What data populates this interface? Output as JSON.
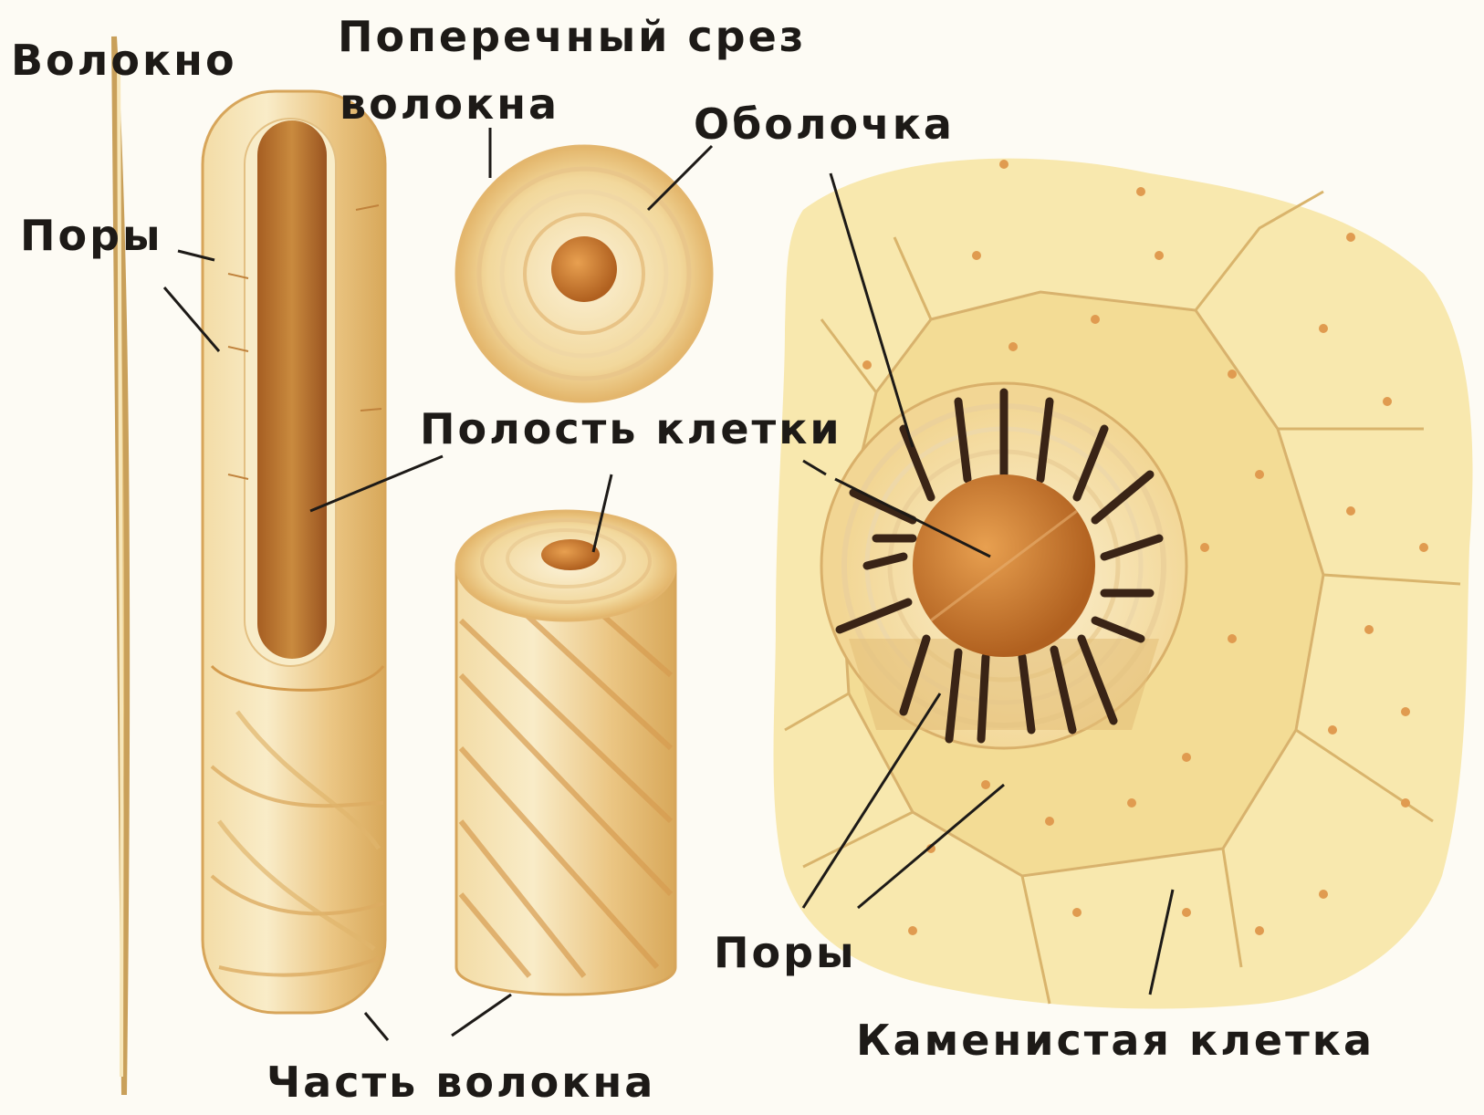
{
  "labels": {
    "fiber": "Волокно",
    "cross_section_line1": "Поперечный срез",
    "cross_section_line2": "волокна",
    "shell": "Оболочка",
    "pores_left": "Поры",
    "cell_cavity": "Полость клетки",
    "pores_right": "Поры",
    "stone_cell": "Каменистая клетка",
    "fiber_part": "Часть волокна"
  },
  "colors": {
    "background": "#fdfbf4",
    "fiber_light": "#f6e3b2",
    "fiber_mid": "#e9c07a",
    "fiber_dark": "#c98a3a",
    "cavity": "#b86b2a",
    "stone_cell_core": "#c9772c",
    "tissue": "#f7e6a6",
    "text": "#1d1a17"
  }
}
